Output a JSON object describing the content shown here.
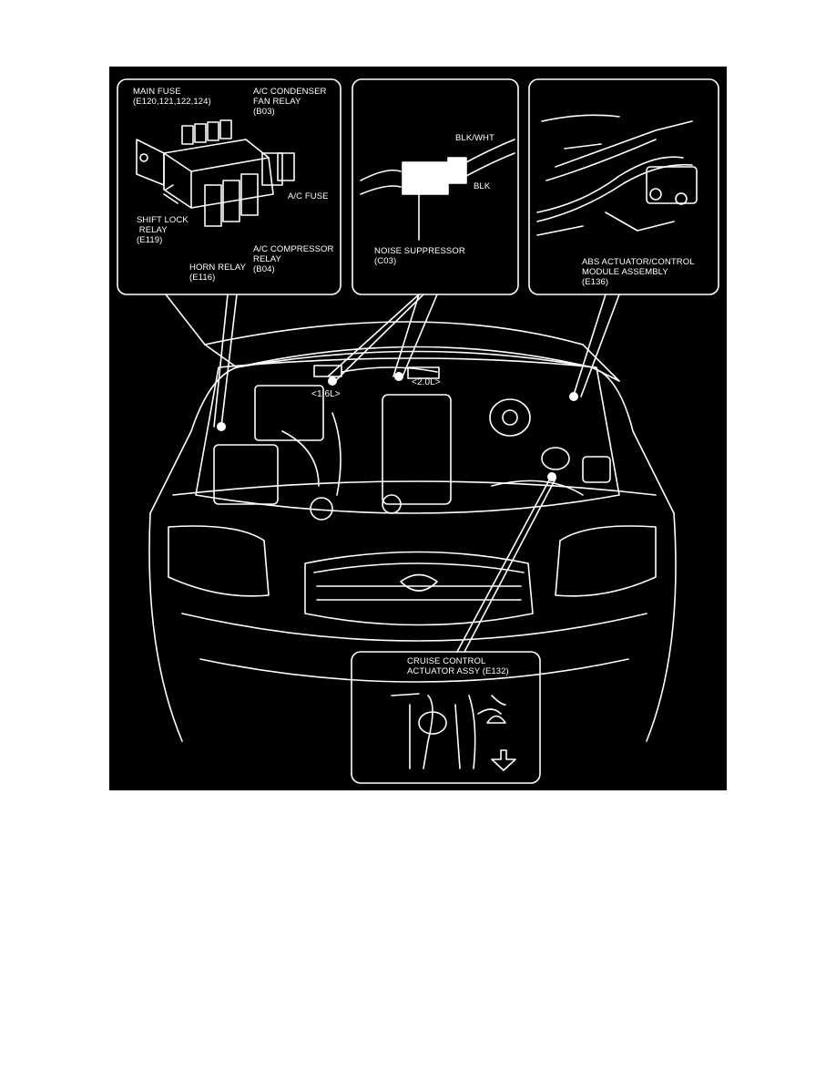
{
  "fuse_box_callout": {
    "main_fuse": "MAIN FUSE\n(E120,121,122,124)",
    "condenser_fan_relay": "A/C CONDENSER\nFAN RELAY\n(B03)",
    "ac_fuse": "A/C FUSE",
    "shift_lock_relay": "SHIFT LOCK\n RELAY\n(E119)",
    "horn_relay": "HORN RELAY\n(E116)",
    "compressor_relay": "A/C COMPRESSOR\nRELAY\n(B04)"
  },
  "noise_suppressor_callout": {
    "wire_color_1": "BLK/WHT",
    "wire_color_2": "BLK",
    "label": "NOISE SUPPRESSOR\n(C03)"
  },
  "abs_callout": {
    "label": "ABS ACTUATOR/CONTROL\nMODULE ASSEMBLY\n(E136)"
  },
  "engine_tags": {
    "engine_1_6": "<1.6L>",
    "engine_2_0": "<2.0L>"
  },
  "cruise_callout": {
    "label": "CRUISE CONTROL\nACTUATOR ASSY (E132)"
  },
  "colors": {
    "background": "#000000",
    "line": "#ffffff",
    "page": "#ffffff"
  }
}
